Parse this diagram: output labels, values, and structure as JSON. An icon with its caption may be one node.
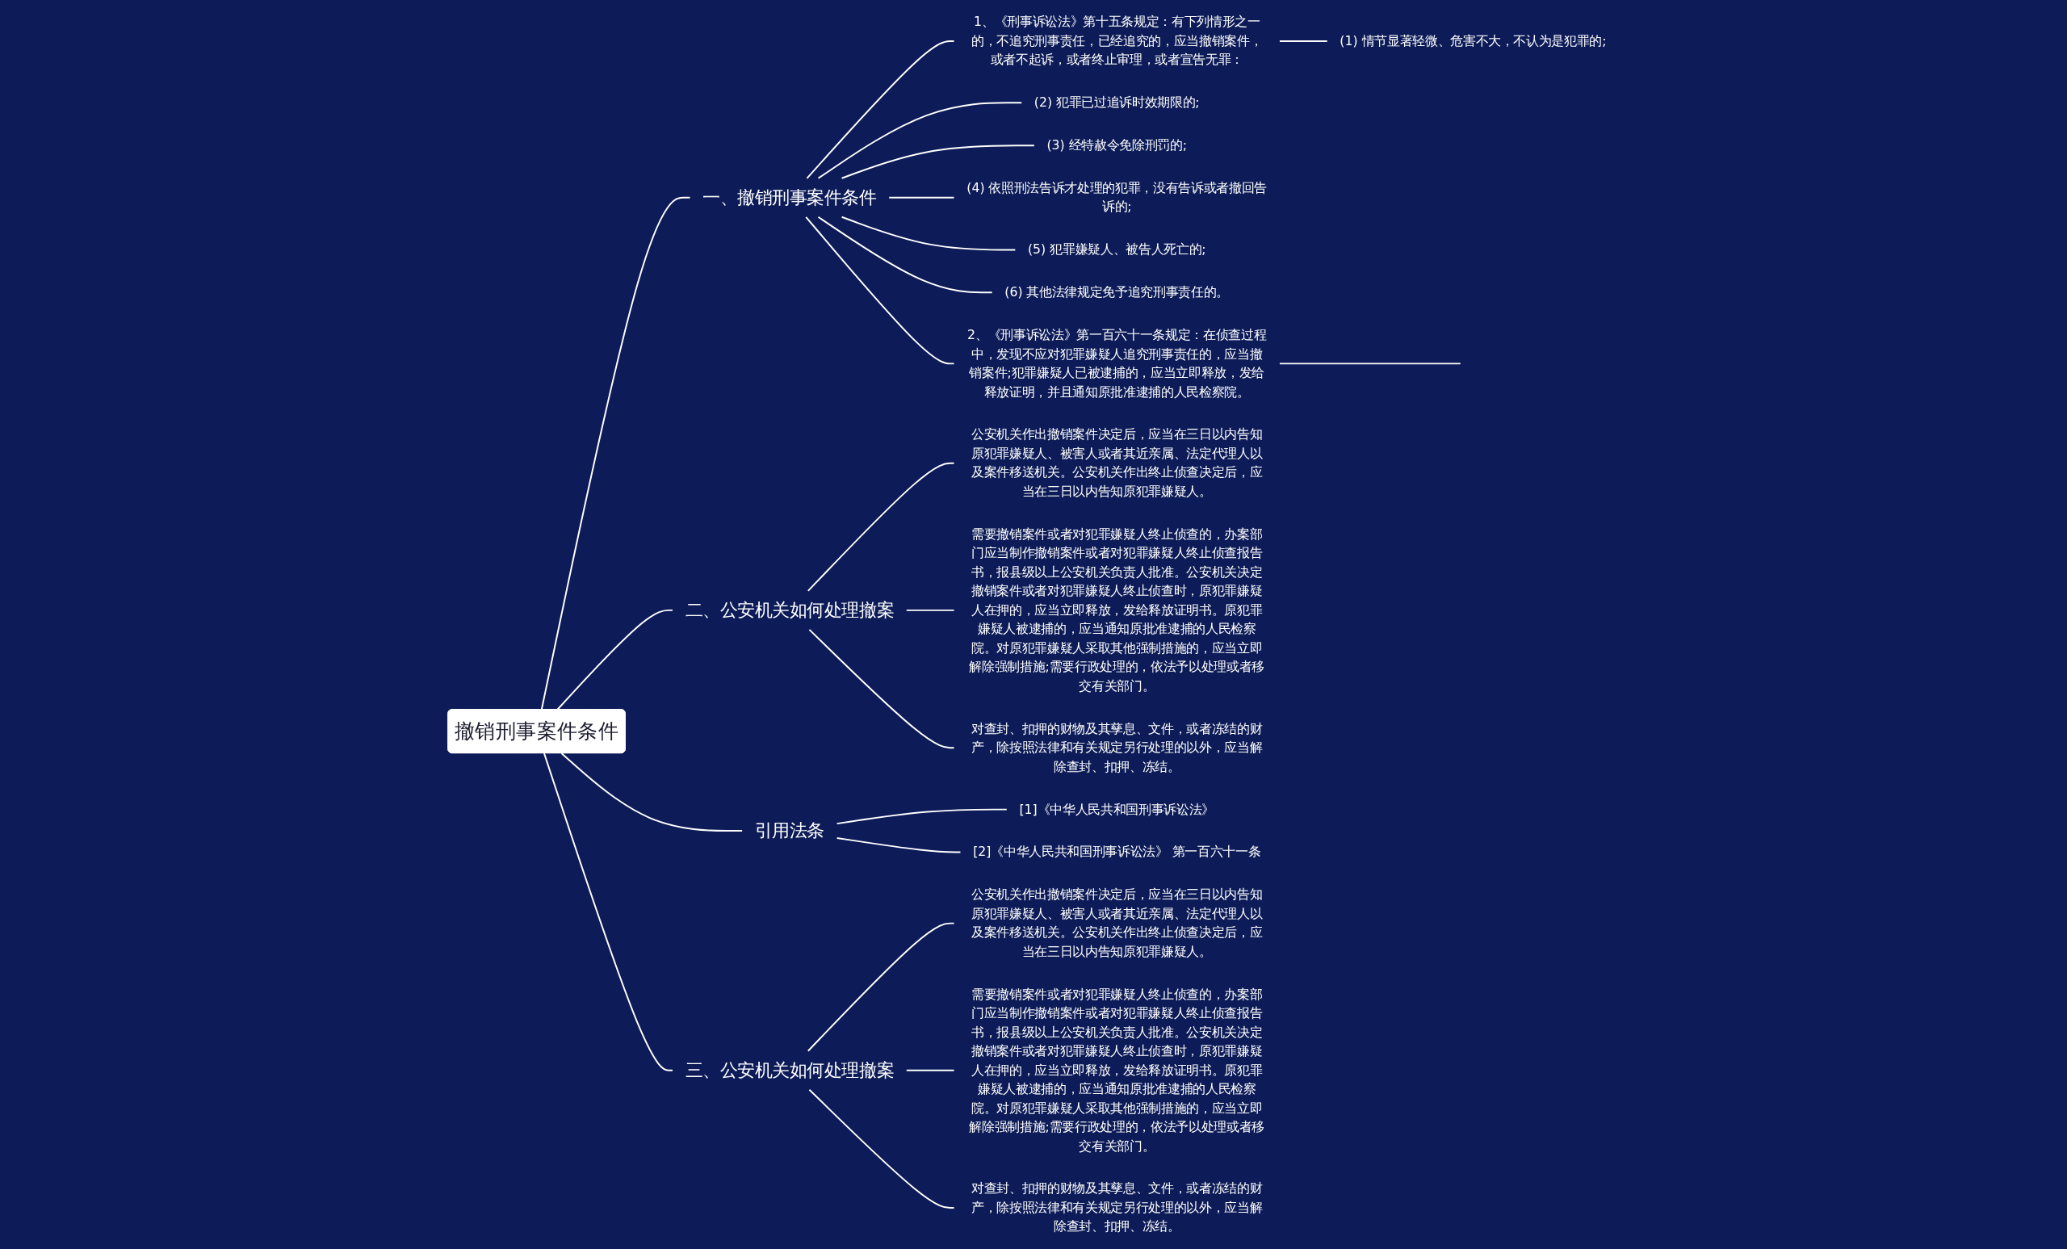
{
  "diagram": {
    "nodes": [
      {
        "text": [
          "撤销刑事案件条件"
        ]
      },
      {
        "text": [
          "一、撤销刑事案件条件"
        ]
      },
      {
        "text": [
          "1、《刑事诉讼法》第十五条规定：有下列情形之一的，不追究刑事责任，已经追究的，应当撤销案件，或者不起诉，或者终止审理，或者宣告无罪："
        ]
      },
      {
        "text": [
          "(1) 情节显著轻微、危害不大，不认为是犯罪的;"
        ]
      },
      {
        "text": [
          "(2) 犯罪已过追诉时效期限的;"
        ]
      },
      {
        "text": [
          "(3) 经特赦令免除刑罚的;"
        ]
      },
      {
        "text": [
          "(4) 依照刑法告诉才处理的犯罪，没有告诉或者撤回告诉的;"
        ]
      },
      {
        "text": [
          "(5) 犯罪嫌疑人、被告人死亡的;"
        ]
      },
      {
        "text": [
          "(6) 其他法律规定免予追究刑事责任的。"
        ]
      },
      {
        "text": [
          "2、《刑事诉讼法》第一百六十一条规定：在侦查过程中，发现不应对犯罪嫌疑人追究刑事责任的，应当撤销案件;犯罪嫌疑人已被逮捕的，应当立即释放，发给释放证明，并且通知原批准逮捕的人民检察院。"
        ]
      },
      {
        "text": [
          "二、公安机关如何处理撤案"
        ]
      },
      {
        "text": [
          "公安机关作出撤销案件决定后，应当在三日以内告知原犯罪嫌疑人、被害人或者其近亲属、法定代理人以及案件移送机关。公安机关作出终止侦查决定后，应当在三日以内告知原犯罪嫌疑人。"
        ]
      },
      {
        "text": [
          "需要撤销案件或者对犯罪嫌疑人终止侦查的，办案部门应当制作撤销案件或者对犯罪嫌疑人终止侦查报告书，报县级以上公安机关负责人批准。公安机关决定撤销案件或者对犯罪嫌疑人终止侦查时，原犯罪嫌疑人在押的，应当立即释放，发给释放证明书。原犯罪嫌疑人被逮捕的，应当通知原批准逮捕的人民检察院。对原犯罪嫌疑人采取其他强制措施的，应当立即解除强制措施;需要行政处理的，依法予以处理或者移交有关部门。"
        ]
      },
      {
        "text": [
          "对查封、扣押的财物及其孳息、文件，或者冻结的财产，除按照法律和有关规定另行处理的以外，应当解除查封、扣押、冻结。"
        ]
      },
      {
        "text": [
          "引用法条"
        ]
      },
      {
        "text": [
          "[1]《中华人民共和国刑事诉讼法》"
        ]
      },
      {
        "text": [
          "[2]《中华人民共和国刑事诉讼法》 第一百六十一条"
        ]
      },
      {
        "text": [
          "三、公安机关如何处理撤案"
        ]
      },
      {
        "text": [
          "公安机关作出撤销案件决定后，应当在三日以内告知原犯罪嫌疑人、被害人或者其近亲属、法定代理人以及案件移送机关。公安机关作出终止侦查决定后，应当在三日以内告知原犯罪嫌疑人。"
        ]
      },
      {
        "text": [
          "需要撤销案件或者对犯罪嫌疑人终止侦查的，办案部门应当制作撤销案件或者对犯罪嫌疑人终止侦查报告书，报县级以上公安机关负责人批准。公安机关决定撤销案件或者对犯罪嫌疑人终止侦查时，原犯罪嫌疑人在押的，应当立即释放，发给释放证明书。原犯罪嫌疑人被逮捕的，应当通知原批准逮捕的人民检察院。对原犯罪嫌疑人采取其他强制措施的，应当立即解除强制措施;需要行政处理的，依法予以处理或者移交有关部门。"
        ]
      },
      {
        "text": [
          "对查封、扣押的财物及其孳息、文件，或者冻结的财产，除按照法律和有关规定另行处理的以外，应当解除查封、扣押、冻结。"
        ]
      }
    ],
    "edges": [
      {
        "from": 0,
        "to": 1,
        "arrow": "none"
      },
      {
        "from": 1,
        "to": 2,
        "arrow": "none"
      },
      {
        "from": 2,
        "to": 3,
        "arrow": "none"
      },
      {
        "from": 1,
        "to": 4,
        "arrow": "none"
      },
      {
        "from": 1,
        "to": 5,
        "arrow": "none"
      },
      {
        "from": 1,
        "to": 6,
        "arrow": "none"
      },
      {
        "from": 1,
        "to": 7,
        "arrow": "none"
      },
      {
        "from": 1,
        "to": 8,
        "arrow": "none"
      },
      {
        "from": 1,
        "to": 9,
        "arrow": "none"
      },
      {
        "from": 9,
        "to": null,
        "arrow": "none"
      },
      {
        "from": 0,
        "to": 10,
        "arrow": "none"
      },
      {
        "from": 10,
        "to": 11,
        "arrow": "none"
      },
      {
        "from": 10,
        "to": 12,
        "arrow": "none"
      },
      {
        "from": 10,
        "to": 13,
        "arrow": "none"
      },
      {
        "from": 0,
        "to": 14,
        "arrow": "none"
      },
      {
        "from": 14,
        "to": 15,
        "arrow": "none"
      },
      {
        "from": 14,
        "to": 16,
        "arrow": "none"
      },
      {
        "from": 0,
        "to": 17,
        "arrow": "none"
      },
      {
        "from": 17,
        "to": 18,
        "arrow": "none"
      },
      {
        "from": 17,
        "to": 19,
        "arrow": "none"
      },
      {
        "from": 17,
        "to": 20,
        "arrow": "none"
      }
    ]
  }
}
